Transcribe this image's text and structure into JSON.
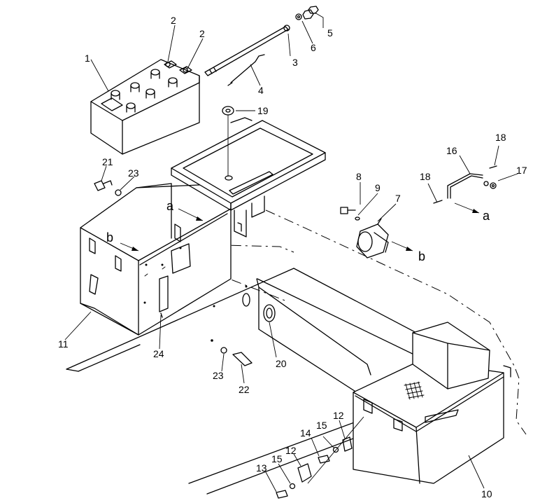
{
  "labels": {
    "n1": "1",
    "n2a": "2",
    "n2b": "2",
    "n3": "3",
    "n4": "4",
    "n5": "5",
    "n6": "6",
    "n7": "7",
    "n8": "8",
    "n9": "9",
    "n10": "10",
    "n11": "11",
    "n12a": "12",
    "n12b": "12",
    "n13": "13",
    "n14": "14",
    "n15a": "15",
    "n15b": "15",
    "n16": "16",
    "n17": "17",
    "n18a": "18",
    "n18b": "18",
    "n19": "19",
    "n20": "20",
    "n21": "21",
    "n22": "22",
    "n23a": "23",
    "n23b": "23",
    "n24": "24",
    "ref_a1": "a",
    "ref_a2": "a",
    "ref_b1": "b",
    "ref_b2": "b"
  }
}
